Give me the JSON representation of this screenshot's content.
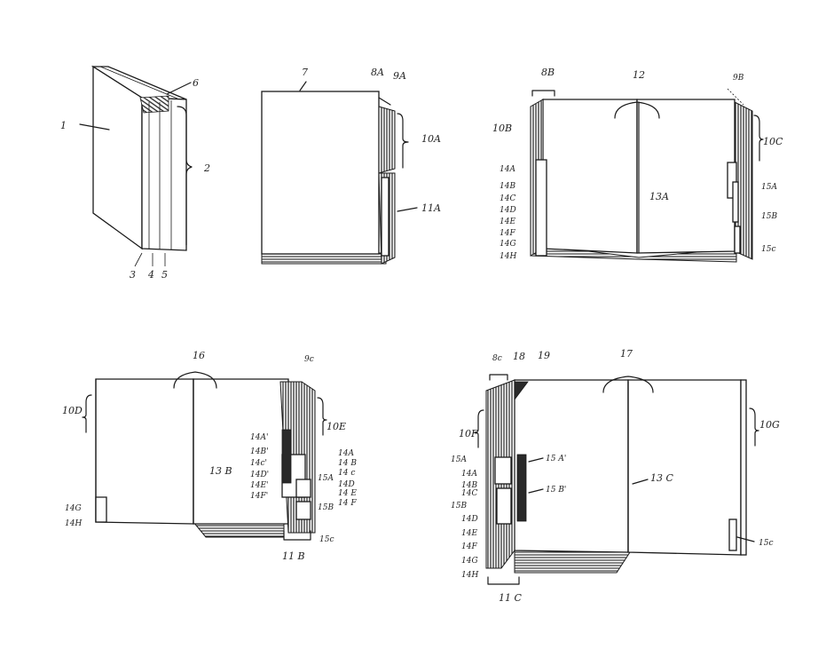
{
  "fig1": {
    "labels": {
      "book": "1",
      "spine_group": "2",
      "l3": "3",
      "l4": "4",
      "l5": "5",
      "l6": "6"
    }
  },
  "fig2": {
    "labels": {
      "cover": "7",
      "t8a": "8A",
      "t9a": "9A",
      "t10a": "10A",
      "t11a": "11A"
    }
  },
  "fig3": {
    "labels": {
      "t8b": "8B",
      "t12": "12",
      "t9b": "9B",
      "t10b": "10B",
      "t10c": "10C",
      "t13a": "13A",
      "tabs_left": [
        "14A",
        "14B",
        "14C",
        "14D",
        "14E",
        "14F",
        "14G",
        "14H"
      ],
      "tabs_right": [
        "15A",
        "15B",
        "15c"
      ]
    }
  },
  "fig4": {
    "labels": {
      "t16": "16",
      "t9c": "9c",
      "t10d": "10D",
      "t10e": "10E",
      "t13b": "13 B",
      "t11b": "11 B",
      "t14g": "14G",
      "t14h": "14H",
      "t15a": "15A",
      "t15b": "15B",
      "t15c": "15c",
      "tabs_left": [
        "14A'",
        "14B'",
        "14c'",
        "14D'",
        "14E'",
        "14F'"
      ],
      "tabs_right": [
        "14A",
        "14 B",
        "14 c",
        "14D",
        "14 E",
        "14 F"
      ]
    }
  },
  "fig5": {
    "labels": {
      "t8c": "8c",
      "t18": "18",
      "t19": "19",
      "t17": "17",
      "t10f": "10F",
      "t10g": "10G",
      "t13c": "13 C",
      "t11c": "11 C",
      "t15a_p": "15 A'",
      "t15b_p": "15 B'",
      "t15c": "15c",
      "tabs_left": [
        "15A",
        "14A",
        "14B",
        "14C",
        "15B",
        "14D",
        "14E",
        "14F",
        "14G",
        "14H"
      ]
    }
  }
}
